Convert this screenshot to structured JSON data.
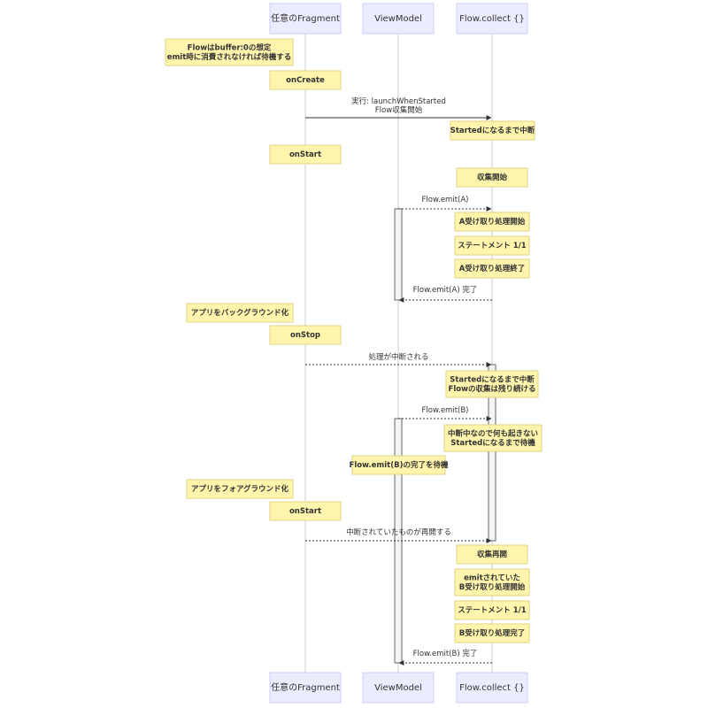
{
  "participants": {
    "fragment": "任意のFragment",
    "viewmodel": "ViewModel",
    "collector": "Flow.collect {}"
  },
  "notes": {
    "n1": [
      "Flowはbuffer:0の想定",
      "emit時に消費されなければ待機する"
    ],
    "n2": [
      "onCreate"
    ],
    "n3": [
      "Startedになるまで中断"
    ],
    "n4": [
      "onStart"
    ],
    "n5": [
      "収集開始"
    ],
    "n6": [
      "A受け取り処理開始"
    ],
    "n7": [
      "ステートメント 1/1"
    ],
    "n8": [
      "A受け取り処理終了"
    ],
    "n9": [
      "アプリをバックグラウンド化"
    ],
    "n10": [
      "onStop"
    ],
    "n11": [
      "Startedになるまで中断",
      "Flowの収集は残り続ける"
    ],
    "n12": [
      "中断中なので何も起きない",
      "Startedになるまで待機"
    ],
    "n13": [
      "Flow.emit(B)の完了を待機"
    ],
    "n14": [
      "アプリをフォアグラウンド化"
    ],
    "n15": [
      "onStart"
    ],
    "n16": [
      "収集再開"
    ],
    "n17": [
      "emitされていた",
      "B受け取り処理開始"
    ],
    "n18": [
      "ステートメント 1/1"
    ],
    "n19": [
      "B受け取り処理完了"
    ]
  },
  "messages": {
    "m1": [
      "実行: launchWhenStarted",
      "Flow収集開始"
    ],
    "m2": [
      "Flow.emit(A)"
    ],
    "m3": [
      "Flow.emit(A) 完了"
    ],
    "m4": [
      "処理が中断される"
    ],
    "m5": [
      "Flow.emit(B)"
    ],
    "m6": [
      "中断されていたものが再開する"
    ],
    "m7": [
      "Flow.emit(B) 完了"
    ]
  }
}
